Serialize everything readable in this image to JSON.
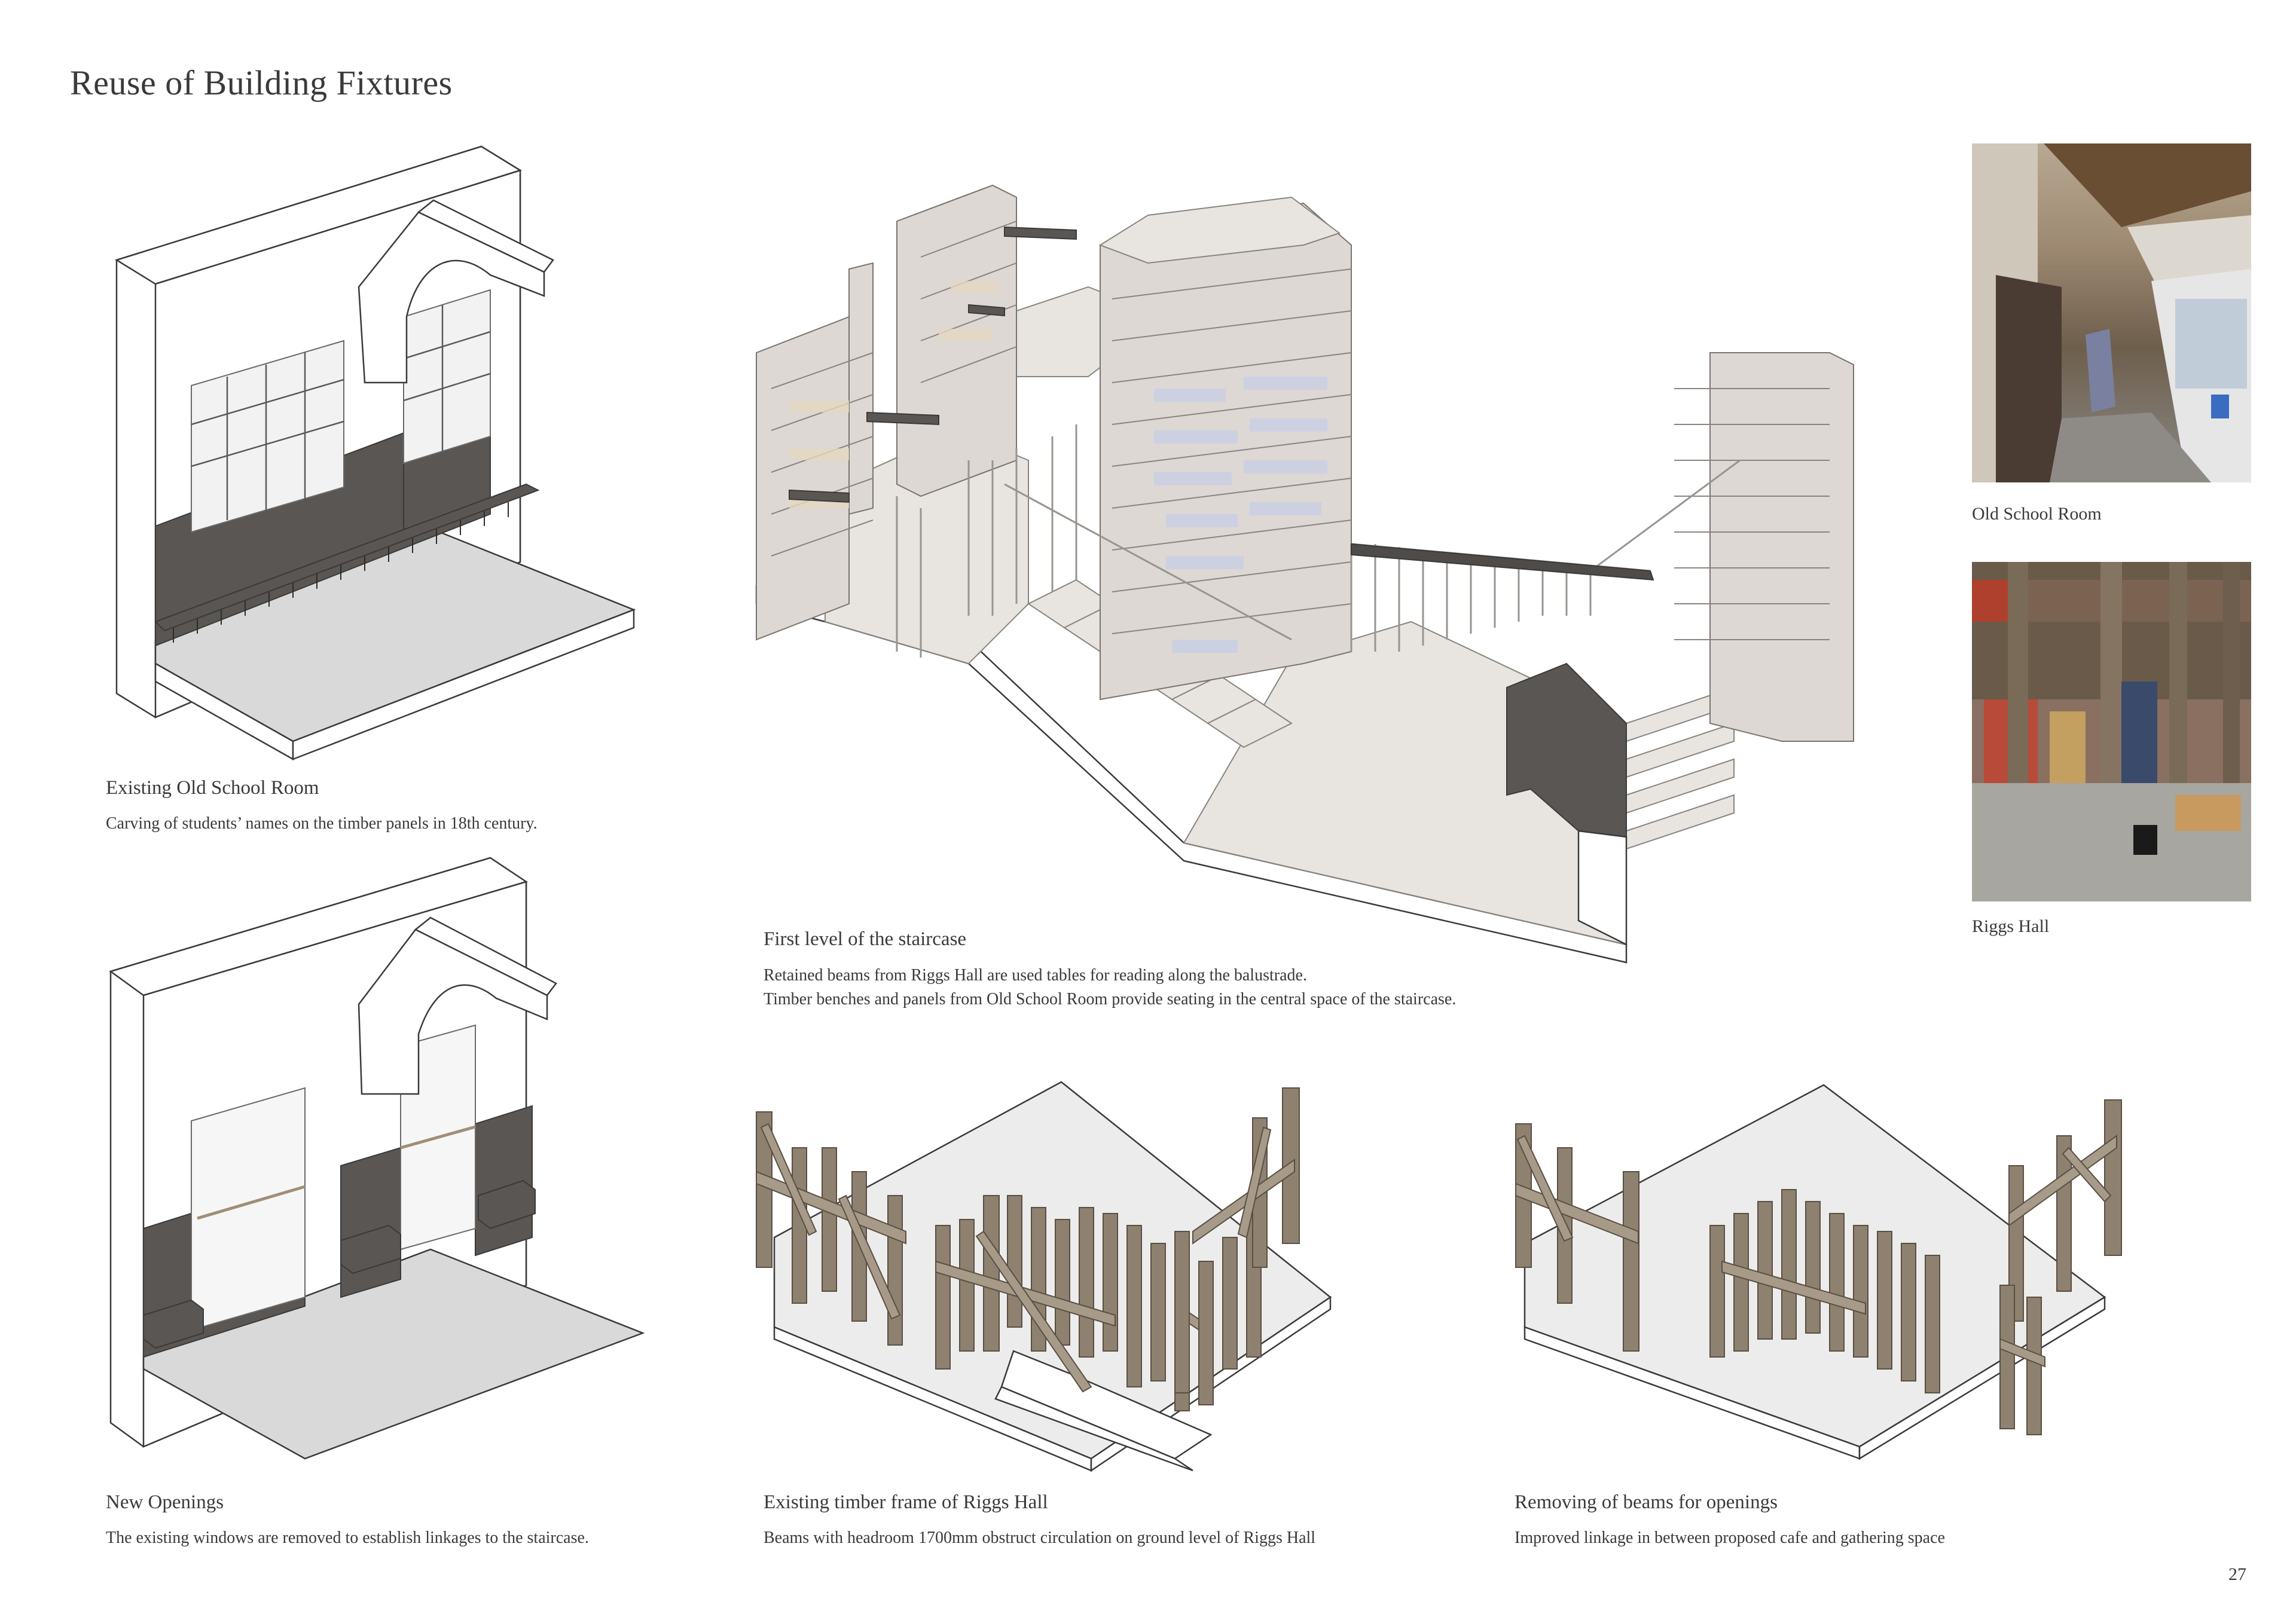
{
  "page": {
    "title": "Reuse of Building Fixtures",
    "page_number": "27"
  },
  "drawings": {
    "old_school_room": {
      "heading": "Existing Old School Room",
      "body": "Carving of students’ names on the timber panels in 18th century."
    },
    "new_openings": {
      "heading": "New Openings",
      "body": "The existing windows are removed to establish linkages to the staircase."
    },
    "staircase": {
      "heading": "First level of the staircase",
      "body_line1": "Retained beams from Riggs Hall are used tables for reading along the balustrade.",
      "body_line2": "Timber benches and panels from Old School Room provide seating in the central space of the staircase."
    },
    "timber_frame": {
      "heading": "Existing timber frame of Riggs Hall",
      "body": "Beams with headroom 1700mm obstruct circulation on ground level of Riggs Hall"
    },
    "removing_beams": {
      "heading": "Removing of beams for openings",
      "body": "Improved linkage in between proposed cafe and gathering space"
    }
  },
  "photos": [
    {
      "caption": "Old School Room"
    },
    {
      "caption": "Riggs Hall"
    }
  ],
  "colors": {
    "timber_dark": "#5a5654",
    "beam": "#8e8170",
    "floor_grey": "#d9d9d9",
    "shelf_stone": "#ddd8d4"
  }
}
